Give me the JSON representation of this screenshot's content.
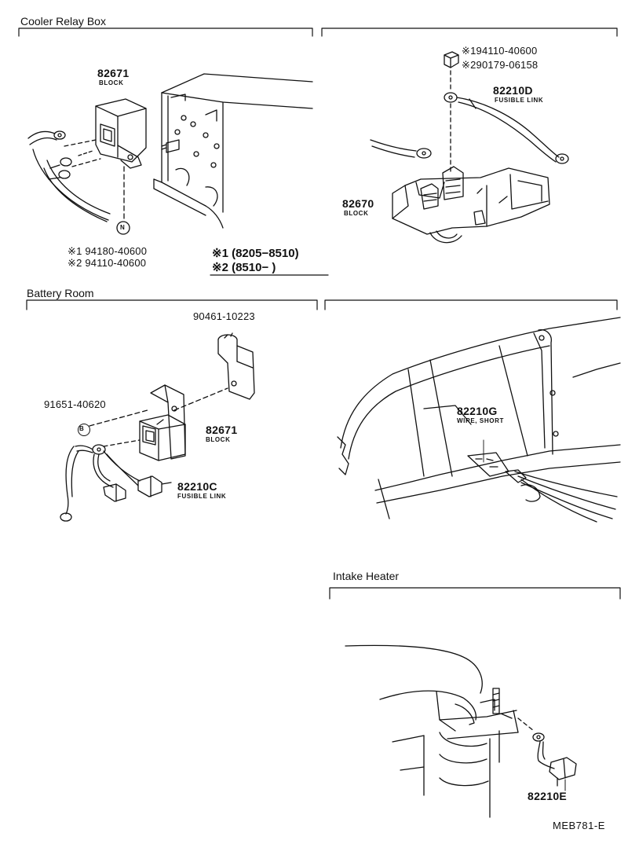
{
  "sections": {
    "cooler_relay_box": "Cooler Relay Box",
    "battery_room": "Battery Room",
    "intake_heater": "Intake Heater"
  },
  "cooler": {
    "block_pn": "82671",
    "block_desc": "BLOCK",
    "nut_mark": "N",
    "nut_part_1": "※1 94180-40600",
    "nut_part_2": "※2 94110-40600",
    "legend_1": "※1 (8205−8510)",
    "legend_2": "※2 (8510−      )"
  },
  "fusible_top": {
    "cap_part_1": "※194110-40600",
    "cap_part_2": "※290179-06158",
    "link_pn": "82210D",
    "link_desc": "FUSIBLE LINK",
    "block_pn": "82670",
    "block_desc": "BLOCK"
  },
  "battery": {
    "clamp_pn": "90461-10223",
    "bolt_pn": "91651-40620",
    "bolt_mark": "B",
    "block_pn": "82671",
    "block_desc": "BLOCK",
    "link_pn": "82210C",
    "link_desc": "FUSIBLE LINK"
  },
  "engine_room": {
    "wire_pn": "82210G",
    "wire_desc": "WIRE, SHORT"
  },
  "intake": {
    "part_pn": "82210E"
  },
  "diagram_code": "MEB781-E"
}
